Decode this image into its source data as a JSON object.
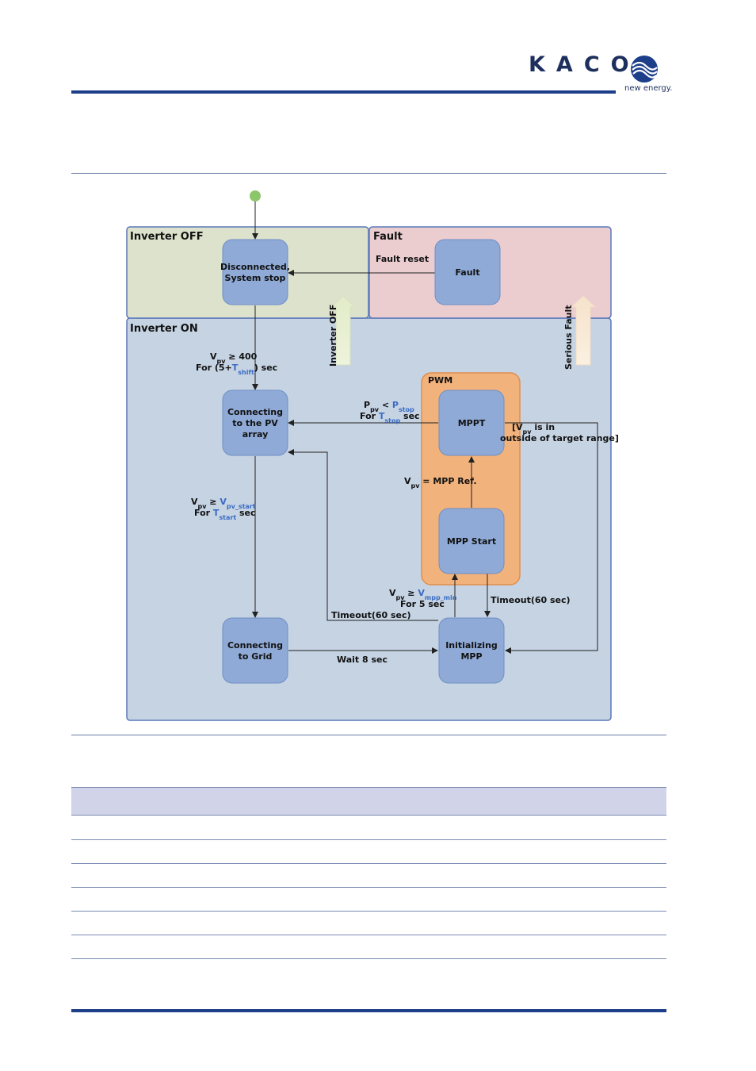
{
  "brand": {
    "name": "KACO",
    "tagline": "new energy."
  },
  "diagram": {
    "regions": {
      "inverter_off": "Inverter OFF",
      "fault": "Fault",
      "inverter_on": "Inverter ON",
      "pwm": "PWM"
    },
    "states": {
      "disconnected_1": "Disconnected,",
      "disconnected_2": "System stop",
      "fault": "Fault",
      "connecting_pv_1": "Connecting",
      "connecting_pv_2": "to the PV",
      "connecting_pv_3": "array",
      "mppt": "MPPT",
      "mpp_start": "MPP Start",
      "connecting_grid_1": "Connecting",
      "connecting_grid_2": "to Grid",
      "init_mpp_1": "Initializing",
      "init_mpp_2": "MPP"
    },
    "arrows": {
      "inverter_off": "Inverter OFF",
      "serious_fault": "Serious Fault"
    },
    "transitions": {
      "fault_reset": "Fault reset",
      "vpv400_a": "V",
      "vpv400_sub": "pv",
      "vpv400_b": " ≥ 400",
      "for5_a": "For (5+",
      "for5_t": "T",
      "for5_sub": "shift",
      "for5_b": ") sec",
      "ppv_a": "P",
      "ppv_sub": "pv",
      "ppv_b": " < ",
      "ppv_p": "P",
      "ppv_psub": "stop",
      "forstop_a": "For ",
      "forstop_t": "T",
      "forstop_sub": "stop",
      "forstop_b": " sec",
      "range_1a": "[V",
      "range_1sub": "pv",
      "range_1b": " is in",
      "range_2": "outside of target range]",
      "vpvstart_a": "V",
      "vpvstart_sub": "pv",
      "vpvstart_b": " ≥ ",
      "vpvstart_v": "V",
      "vpvstart_vsub": "pv_start",
      "forstart_a": "For ",
      "forstart_t": "T",
      "forstart_sub": "start",
      "forstart_b": " sec",
      "mppref_a": "V",
      "mppref_sub": "pv",
      "mppref_b": " = MPP Ref.",
      "mppmin_a": "V",
      "mppmin_sub": "pv",
      "mppmin_b": " ≥ ",
      "mppmin_v": "V",
      "mppmin_vsub": "mpp_min",
      "for5sec": "For 5 sec",
      "timeout_right": "Timeout(60 sec)",
      "timeout_left": "Timeout(60 sec)",
      "wait8": "Wait 8 sec"
    }
  },
  "colors": {
    "brand_blue": "#1d3f8a",
    "off_region": "#dde2cc",
    "fault_region": "#ebcdd0",
    "on_region": "#c5d3e3",
    "pwm_region": "#f2b27c",
    "state_fill": "#8faad6"
  }
}
